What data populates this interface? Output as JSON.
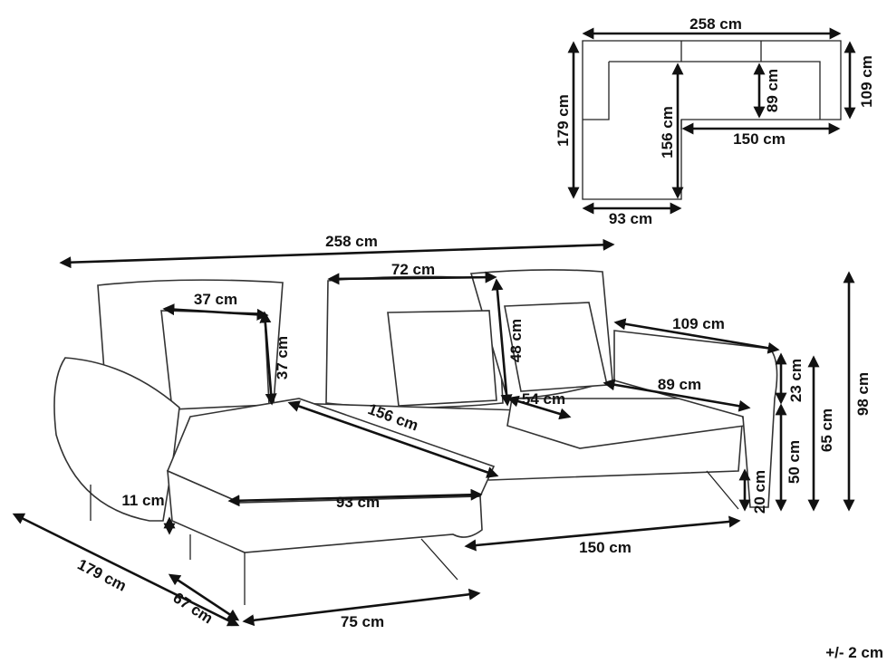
{
  "labels": {
    "top_plan_width": "258 cm",
    "top_plan_height": "179 cm",
    "top_plan_seat_depth": "156 cm",
    "top_plan_inner_depth": "89 cm",
    "top_plan_right_depth": "109 cm",
    "top_plan_main_width": "150 cm",
    "top_plan_chaise_width": "93 cm",
    "overall_width": "258 cm",
    "cushion_width": "37 cm",
    "cushion_height": "37 cm",
    "back_cushion_width": "72 cm",
    "back_cushion_height": "48 cm",
    "arm_depth": "109 cm",
    "seat_depth": "89 cm",
    "seat_width": "54 cm",
    "chaise_length": "156 cm",
    "chaise_seat_width": "93 cm",
    "leg_height_left": "11 cm",
    "arm_height": "23 cm",
    "seat_height": "50 cm",
    "arm_total_height": "65 cm",
    "total_height": "98 cm",
    "leg_height_right": "20 cm",
    "main_width": "150 cm",
    "depth_total": "179 cm",
    "chaise_depth": "67 cm",
    "chaise_width": "75 cm",
    "tolerance": "+/- 2 cm"
  }
}
